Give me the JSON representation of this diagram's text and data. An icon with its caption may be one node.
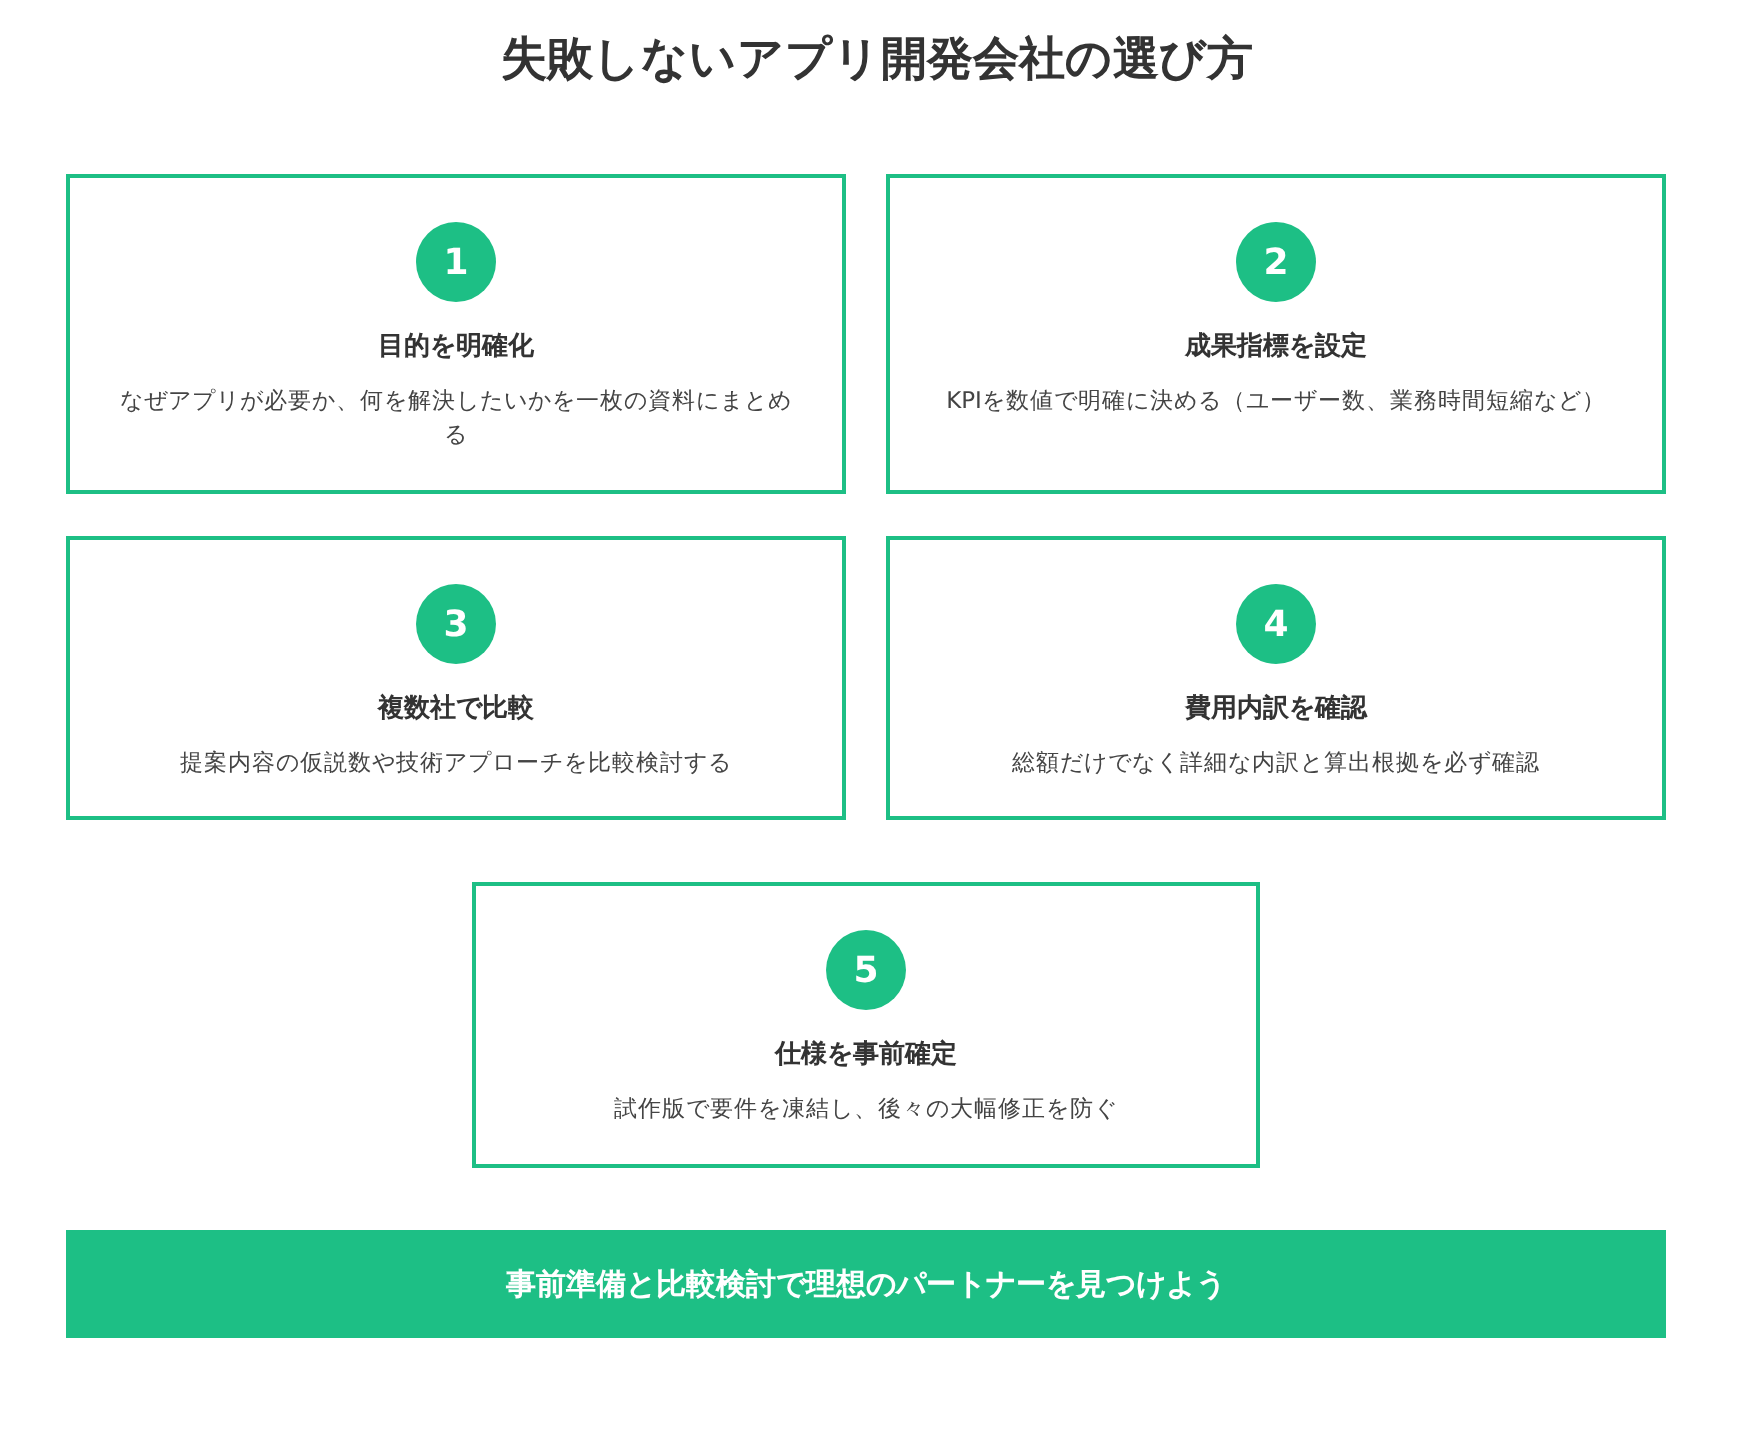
{
  "diagram": {
    "title": "失敗しないアプリ開発会社の選び方",
    "nodes": [
      {
        "text": [
          "1",
          "目的を明確化",
          "なぜアプリが必要か、何を解決したいかを一枚の資料にまとめる"
        ]
      },
      {
        "text": [
          "2",
          "成果指標を設定",
          "KPIを数値で明確に決める（ユーザー数、業務時間短縮など）"
        ]
      },
      {
        "text": [
          "3",
          "複数社で比較",
          "提案内容の仮説数や技術アプローチを比較検討する"
        ]
      },
      {
        "text": [
          "4",
          "費用内訳を確認",
          "総額だけでなく詳細な内訳と算出根拠を必ず確認"
        ]
      },
      {
        "text": [
          "5",
          "仕様を事前確定",
          "試作版で要件を凍結し、後々の大幅修正を防ぐ"
        ]
      },
      {
        "text": [
          "事前準備と比較検討で理想のパートナーを見つけよう"
        ]
      }
    ]
  }
}
